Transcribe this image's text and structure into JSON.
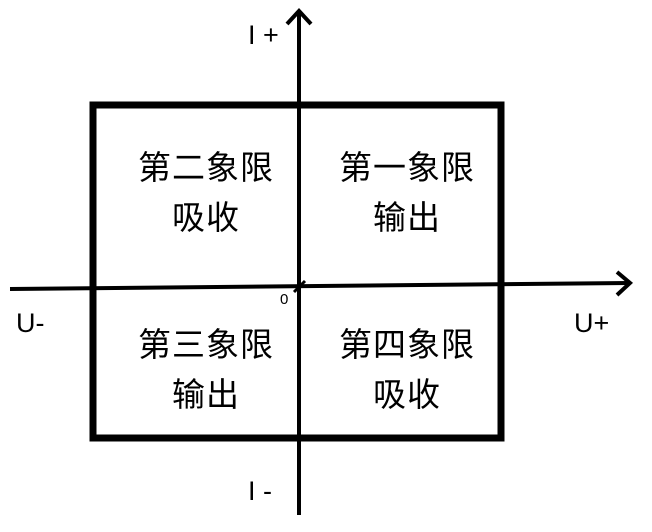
{
  "diagram": {
    "axes": {
      "y_positive": "I +",
      "y_negative": "I -",
      "x_positive": "U+",
      "x_negative": "U-",
      "origin": "0"
    },
    "quadrants": {
      "first": {
        "line1": "第一象限",
        "line2": "输出"
      },
      "second": {
        "line1": "第二象限",
        "line2": "吸收"
      },
      "third": {
        "line1": "第三象限",
        "line2": "输出"
      },
      "fourth": {
        "line1": "第四象限",
        "line2": "吸收"
      }
    },
    "colors": {
      "stroke": "#000000",
      "background": "#ffffff"
    }
  }
}
